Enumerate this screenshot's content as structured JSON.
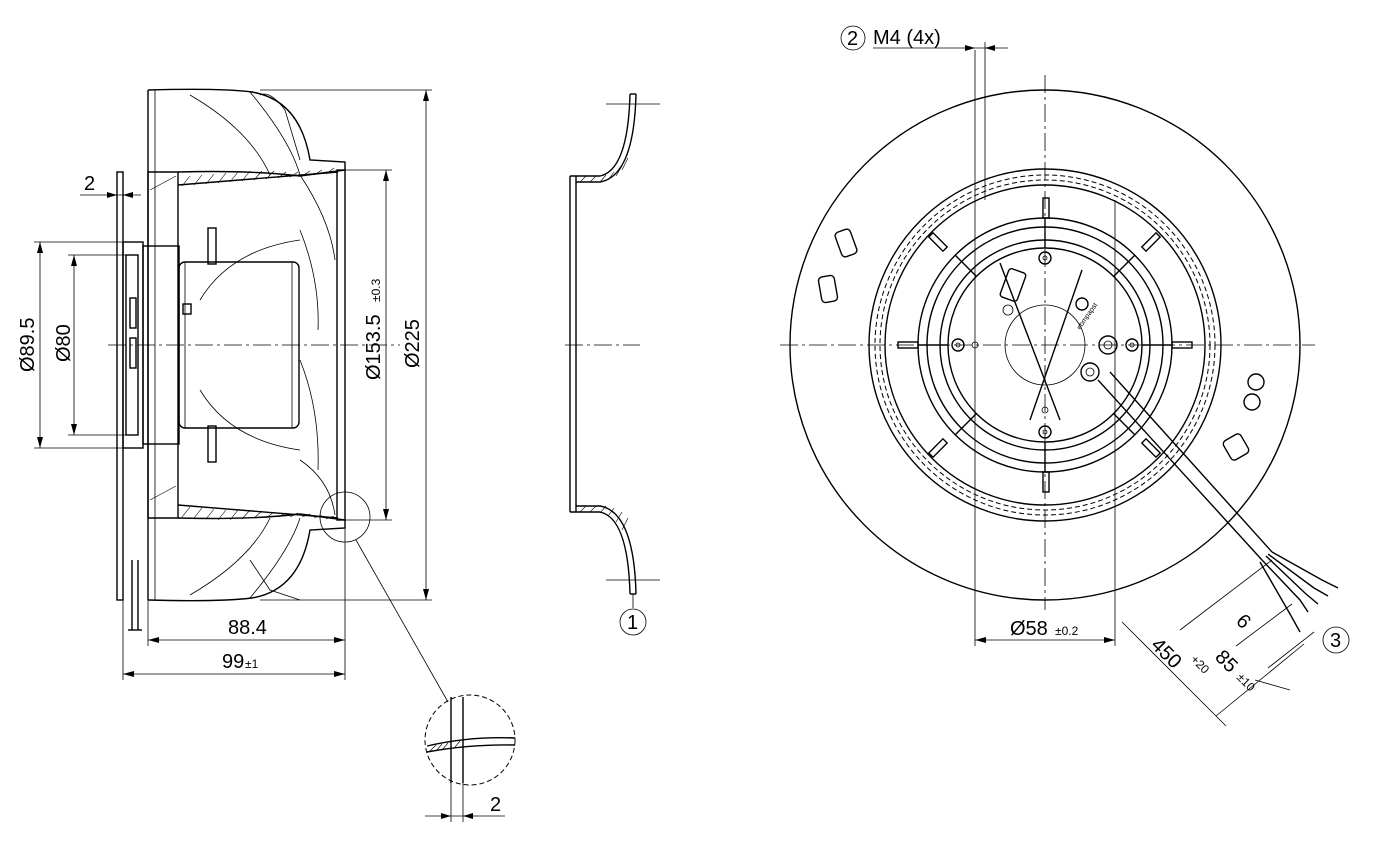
{
  "side_view": {
    "dim_flange_offset": "2",
    "dim_d89": "Ø89.5",
    "dim_d80": "Ø80",
    "dim_d153": "Ø153.5",
    "dim_d153_tol": "±0.3",
    "dim_d225": "Ø225",
    "dim_depth_88": "88.4",
    "dim_depth_99": "99",
    "dim_depth_99_tol": "±1"
  },
  "inlet_ring": {
    "callout": "1"
  },
  "detail": {
    "dim_gap": "2"
  },
  "front_view": {
    "callout_thread": "2",
    "thread_label": "M4 (4x)",
    "dim_d58": "Ø58",
    "dim_d58_tol": "±0.2",
    "callout_cable": "3",
    "dim_strip": "6",
    "dim_cable_len": "450",
    "dim_cable_len_tol": "+20",
    "dim_wire_len": "85",
    "dim_wire_len_tol": "±10",
    "brand_mark": "ebmpapst"
  }
}
